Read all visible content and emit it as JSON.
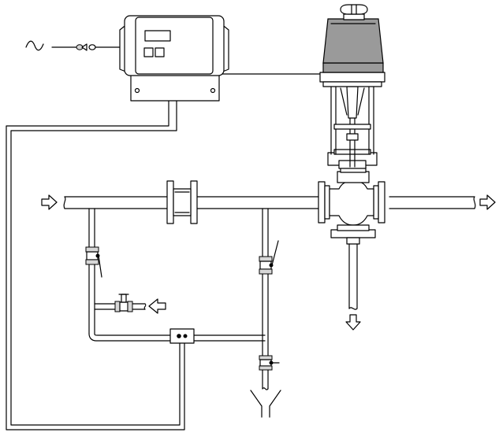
{
  "diagram": {
    "type": "piping-and-instrumentation schematic",
    "colors": {
      "line": "#000000",
      "background": "#ffffff",
      "actuator_cover": "#9a9a9a",
      "shading": "#d7d7d7"
    },
    "components": [
      {
        "id": "power-supply",
        "icon": "ac-sine-symbol"
      },
      {
        "id": "controller",
        "icon": "electronic-controller-box"
      },
      {
        "id": "actuator",
        "icon": "electric-valve-actuator"
      },
      {
        "id": "control-valve",
        "icon": "flanged-globe-valve"
      },
      {
        "id": "strainer",
        "icon": "inline-strainer"
      },
      {
        "id": "ball-valves",
        "icon": "ball-valve",
        "count": 4
      },
      {
        "id": "sensor",
        "icon": "sensor-junction"
      },
      {
        "id": "drain-funnel",
        "icon": "y-funnel"
      },
      {
        "id": "flow-arrows",
        "icon": "outline-arrow",
        "count": 4
      }
    ]
  }
}
